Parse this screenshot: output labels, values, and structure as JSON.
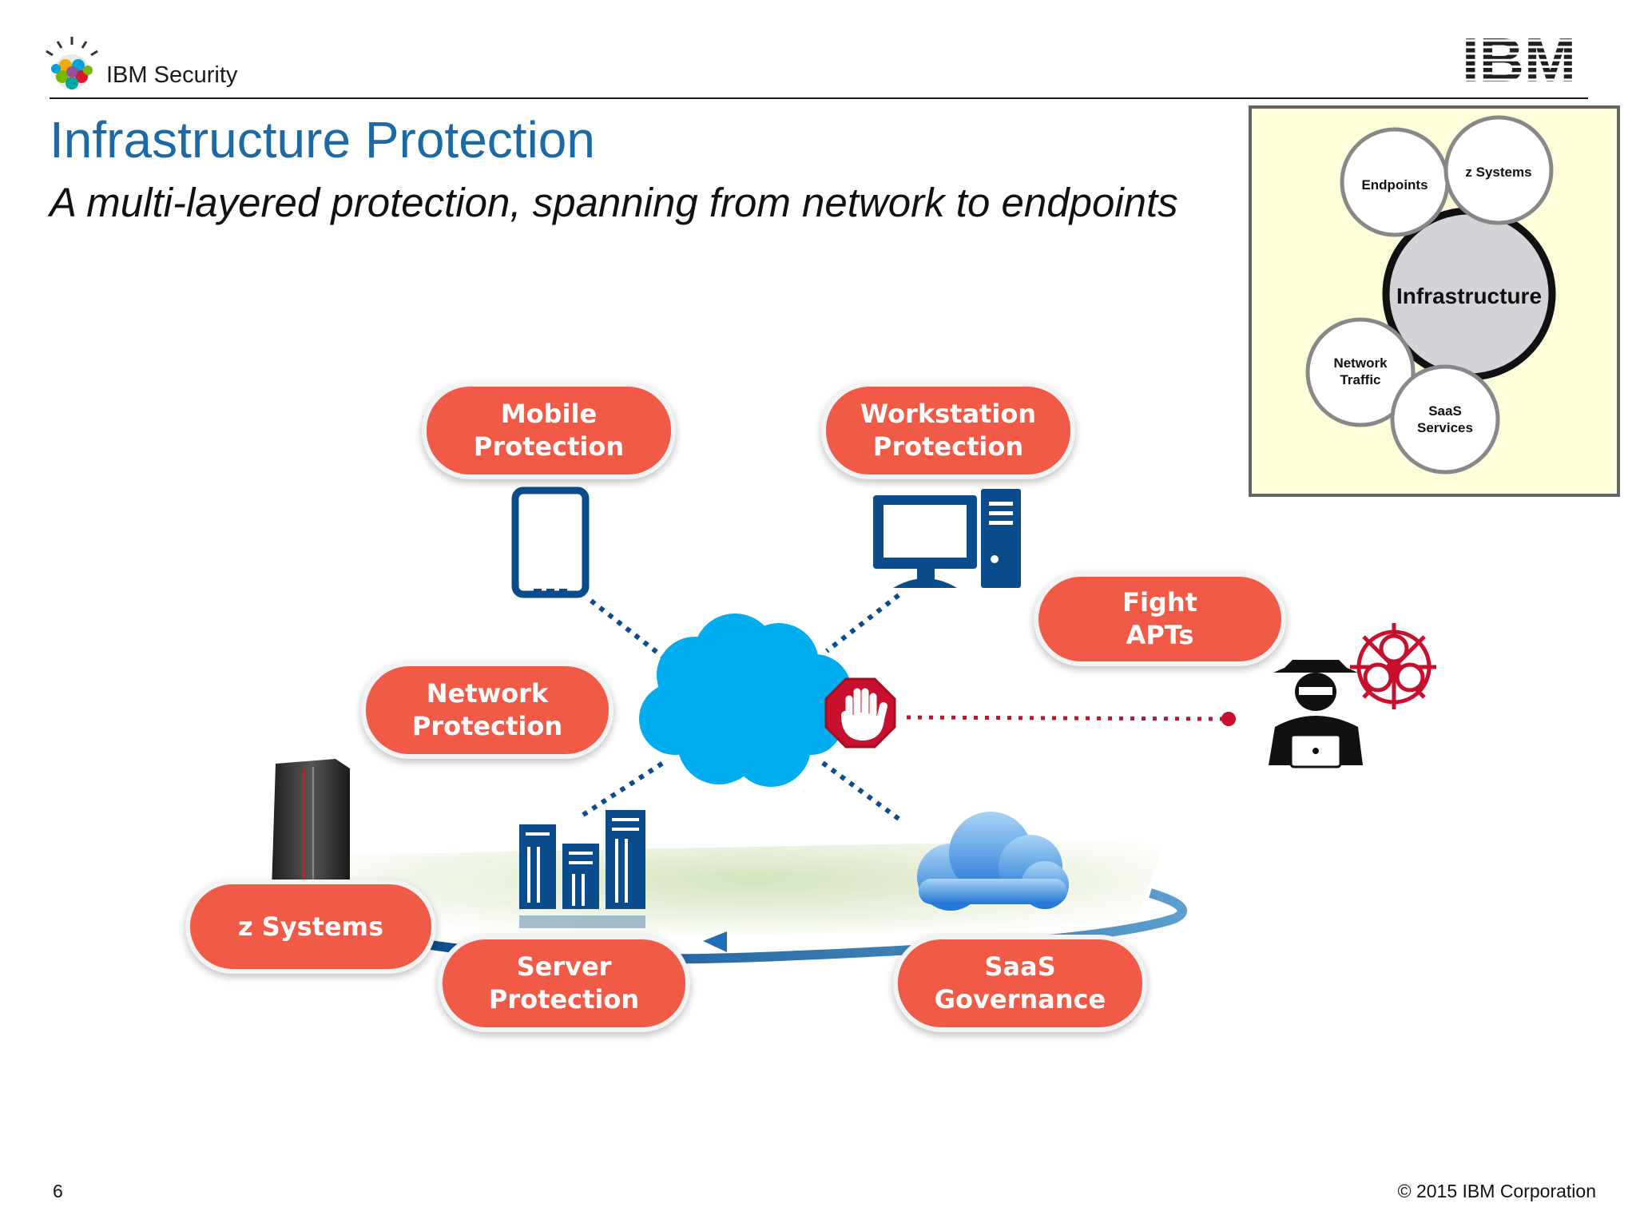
{
  "header": {
    "brand": "IBM Security",
    "logo_text": "IBM"
  },
  "slide": {
    "title": "Infrastructure Protection",
    "subtitle": "A multi-layered protection, spanning from network to endpoints"
  },
  "diagram": {
    "pills": {
      "mobile": "Mobile\nProtection",
      "workstation": "Workstation\nProtection",
      "network": "Network\nProtection",
      "fight": "Fight\nAPTs",
      "zsystems": "z Systems",
      "server": "Server\nProtection",
      "saas": "SaaS\nGovernance"
    }
  },
  "inset": {
    "endpoints": "Endpoints",
    "zsystems": "z Systems",
    "infrastructure": "Infrastructure",
    "network_line1": "Network",
    "network_line2": "Traffic",
    "saas_line1": "SaaS",
    "saas_line2": "Services"
  },
  "footer": {
    "page_number": "6",
    "copyright": "© 2015 IBM Corporation"
  },
  "colors": {
    "accent_title": "#1b6aa5",
    "pill": "#f25a48",
    "device_blue": "#0a4c8c",
    "cloud_cyan": "#00aeef",
    "threat_red": "#c8102e"
  }
}
